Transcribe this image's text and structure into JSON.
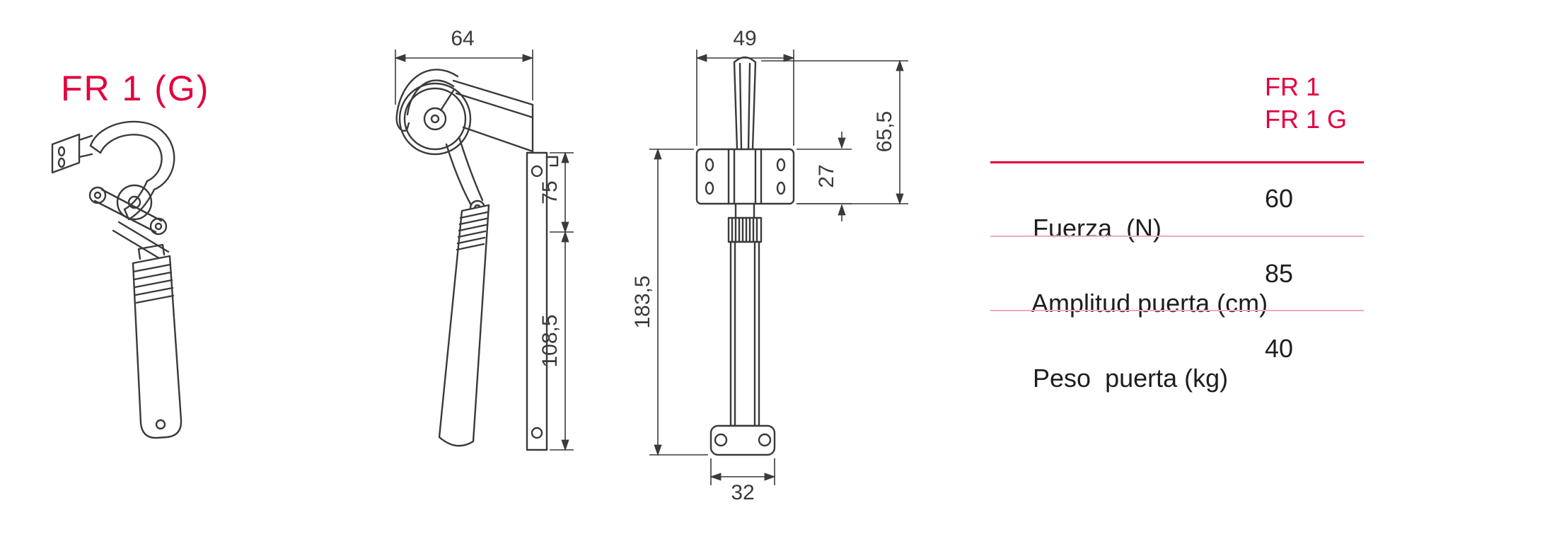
{
  "colors": {
    "accent_red": "#e3003e",
    "divider_light": "#f0aab9",
    "drawing_line": "#3a3a3a",
    "background": "#ffffff"
  },
  "product": {
    "title": "FR 1 (G)"
  },
  "drawings": {
    "side_view": {
      "dim_width_top": "64",
      "dim_height_upper": "75",
      "dim_height_lower": "108,5"
    },
    "front_view": {
      "dim_width_top": "49",
      "dim_top_section": "65,5",
      "dim_bracket": "27",
      "dim_height_total": "183,5",
      "dim_width_bottom": "32"
    }
  },
  "table": {
    "header_line1": "FR 1",
    "header_line2": "FR 1 G",
    "rows": [
      {
        "label": "Fuerza  (N)",
        "value": "60"
      },
      {
        "label": "Amplitud puerta (cm)",
        "value": "85"
      },
      {
        "label": "Peso  puerta (kg)",
        "value": "40"
      }
    ]
  }
}
